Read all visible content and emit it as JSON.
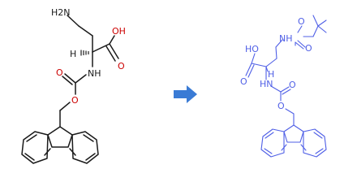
{
  "reactant": {
    "amine": "H2N",
    "hydroxyl": "OH",
    "stereo_h": "H",
    "carbamate_nh": "NH",
    "carbonyl_o_acid": "O",
    "carbonyl_o_carbamate": "O",
    "ester_o": "O"
  },
  "product": {
    "boc_nh": "NH",
    "boc_carbonyl_o": "O",
    "boc_ester_o": "O",
    "hydroxyl": "HO",
    "acid_o": "O",
    "stereo_h": "H",
    "carbamate_nh": "HN",
    "carbamate_o": "O",
    "ester_o": "O"
  },
  "colors": {
    "reactant_bond": "#1a1a1a",
    "heteroatom": "#cc0000",
    "nitrogen": "#1a1a1a",
    "product": "#4f5fe6",
    "arrow": "#3a7bd5"
  },
  "arrow_icon": "right-arrow-icon"
}
